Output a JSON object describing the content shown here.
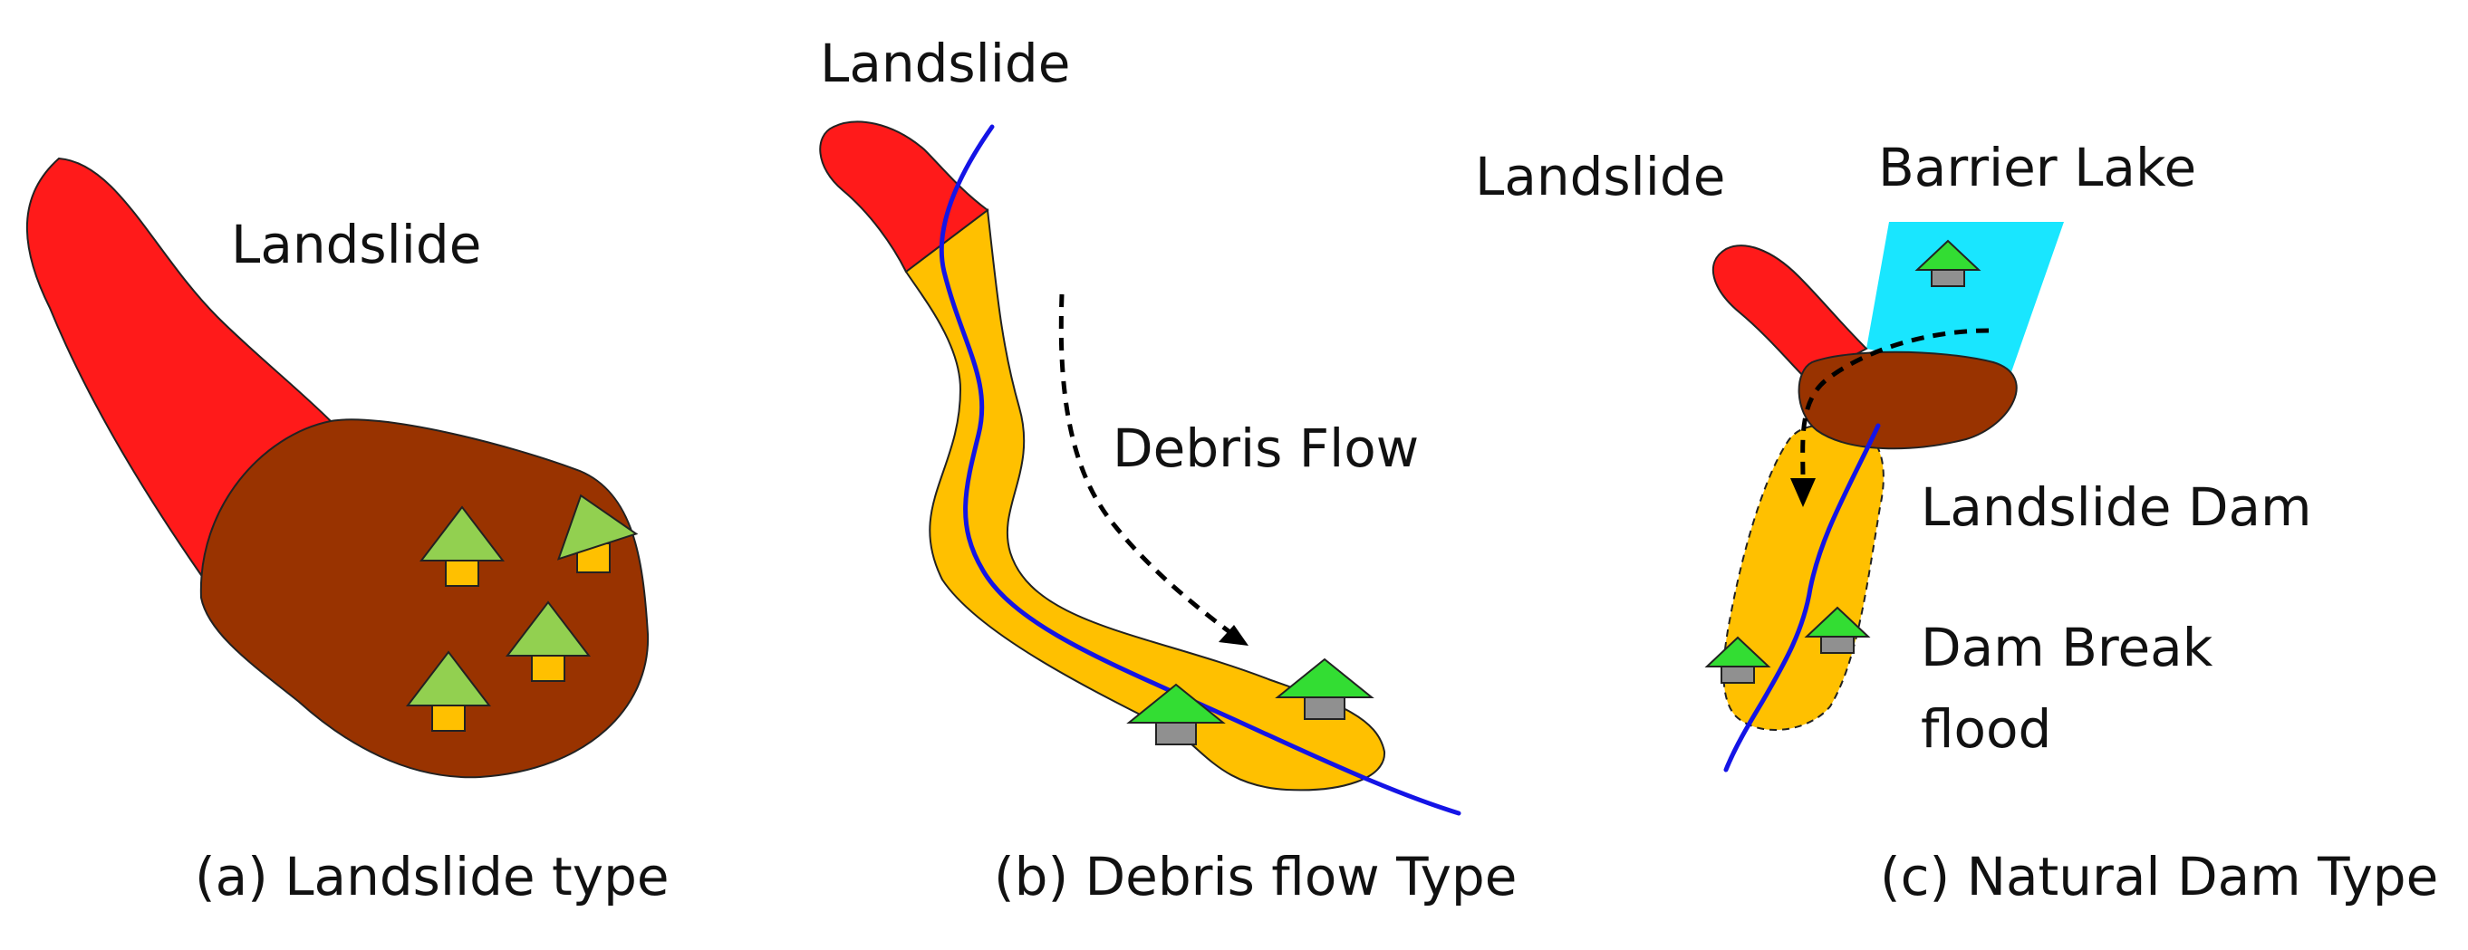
{
  "colors": {
    "landslide_red": "#ff1a1a",
    "deposit_brown": "#993300",
    "debris_orange": "#ffc000",
    "river_blue": "#1414e6",
    "lake_cyan": "#19e6ff",
    "house_roof_green": "#33dd33",
    "house_roof_light": "#92d050",
    "house_body_yellow": "#ffc000",
    "house_body_gray": "#909090",
    "outline": "#222222"
  },
  "icons": [
    "house-icon",
    "flow-arrow-icon"
  ],
  "panel_a": {
    "label_landslide": "Landslide",
    "caption": "(a) Landslide type"
  },
  "panel_b": {
    "label_landslide": "Landslide",
    "label_flow": "Debris Flow",
    "caption": "(b) Debris flow Type"
  },
  "panel_c": {
    "label_landslide": "Landslide",
    "label_lake": "Barrier Lake",
    "label_dam": "Landslide Dam",
    "label_break_1": "Dam Break",
    "label_break_2": "flood",
    "caption": "(c) Natural Dam Type"
  }
}
